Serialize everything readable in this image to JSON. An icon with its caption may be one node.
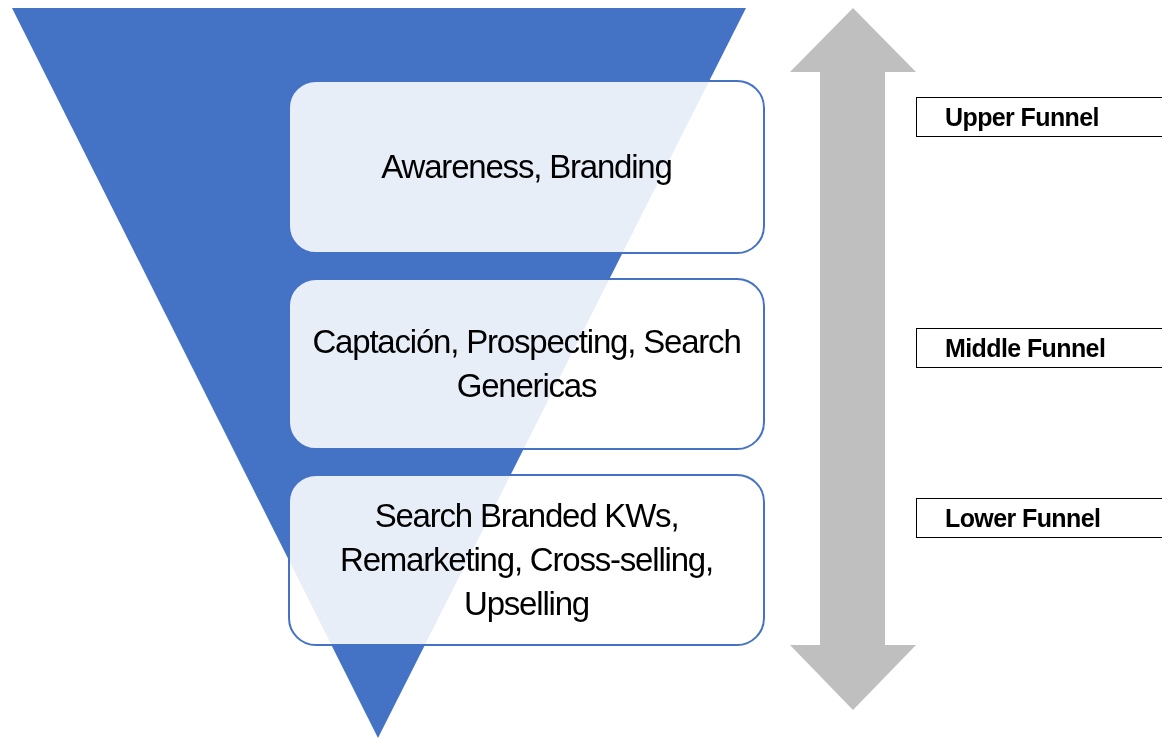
{
  "diagram": {
    "nodes": [
      {
        "text": [
          "Awareness, Branding"
        ]
      },
      {
        "text": [
          "Captación, Prospecting, Search Genericas"
        ]
      },
      {
        "text": [
          "Search Branded KWs, Remarketing, Cross-selling, Upselling"
        ]
      },
      {
        "text": [
          "Upper Funnel"
        ]
      },
      {
        "text": [
          "Middle Funnel"
        ]
      },
      {
        "text": [
          "Lower Funnel"
        ]
      }
    ]
  }
}
